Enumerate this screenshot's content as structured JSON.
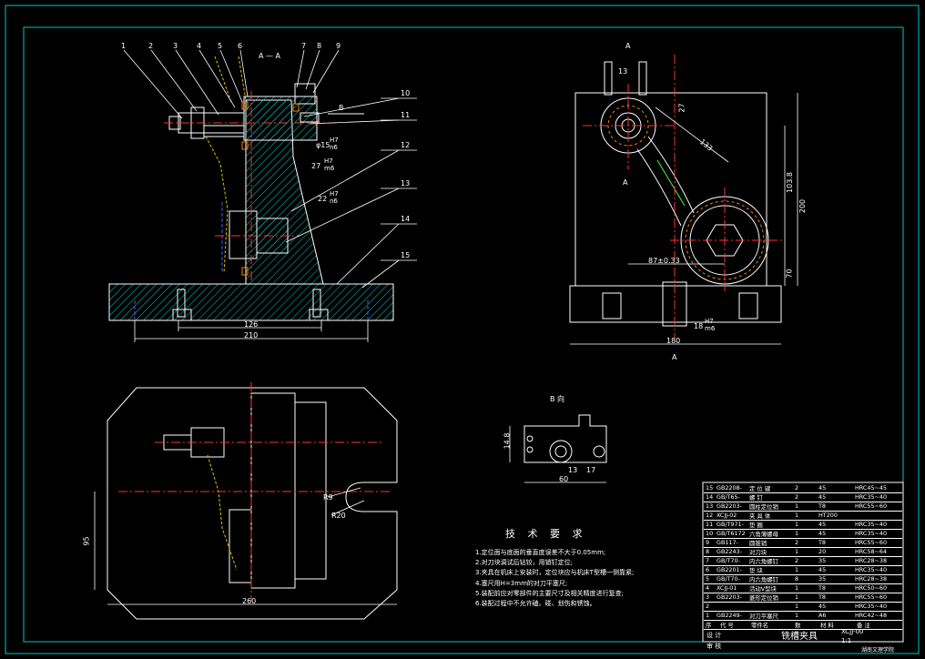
{
  "colors": {
    "background": "#000000",
    "border": "#00c8c8",
    "outline": "#ffffff",
    "hatch": "#00c8c8",
    "centerline": "#ff3030",
    "dimension": "#ffffff",
    "yellow": "#e0c000",
    "orange": "#ff8000",
    "blue": "#4060ff",
    "green": "#40ff40"
  },
  "views": {
    "section_label": "A — A",
    "b_arrow_label": "B",
    "b_view_label": "B 向",
    "a_marker": "A"
  },
  "leaders": [
    "1",
    "2",
    "3",
    "4",
    "5",
    "6",
    "7",
    "8",
    "9",
    "10",
    "11",
    "12",
    "13",
    "14",
    "15"
  ],
  "fits": {
    "fit1_d": "φ15",
    "fit1_h": "H7",
    "fit1_n": "n6",
    "fit2_d": "27",
    "fit2_h": "H7",
    "fit2_n": "m6",
    "fit3_d": "22",
    "fit3_h": "H7",
    "fit3_n": "n6",
    "fit4_d": "18",
    "fit4_h": "H7",
    "fit4_n": "m6"
  },
  "dims": {
    "front_126": "126",
    "front_210": "210",
    "side_13": "13",
    "side_27": "27",
    "side_133": "133",
    "side_103_8": "103.8",
    "side_200": "200",
    "side_70": "70",
    "side_87": "87±0.33",
    "side_180": "180",
    "top_260": "260",
    "top_95": "95",
    "top_r9": "R9",
    "top_r20": "R20",
    "bview_14_8": "14.8",
    "bview_60": "60",
    "bview_17": "17",
    "bview_13": "13"
  },
  "tech": {
    "title": "技 术 要 求",
    "notes": [
      "1.定位面与底面的垂直度误差不大于0.05mm;",
      "2.对刀块调试后钻铰，用销钉定位;",
      "3.夹具在机床上安装时，定位块应与机床T型槽一侧靠紧;",
      "4.塞尺用H=3mm的对刀平塞尺;",
      "5.装配前应对零部件的主要尺寸及相关精度进行复查;",
      "6.装配过程中不允许磕、碰、划伤和锈蚀。"
    ]
  },
  "bom": [
    {
      "no": "15",
      "code": "GB2208-",
      "name": "定 位 键",
      "qty": "2",
      "mat": "45",
      "note": "HRC45~45"
    },
    {
      "no": "14",
      "code": "GB/T65-",
      "name": "螺 钉",
      "qty": "2",
      "mat": "45",
      "note": "HRC35~40"
    },
    {
      "no": "13",
      "code": "GB2203-",
      "name": "圆柱定位销",
      "qty": "1",
      "mat": "T8",
      "note": "HRC55~60"
    },
    {
      "no": "12",
      "code": "XCJJ-02",
      "name": "夹 具 体",
      "qty": "1",
      "mat": "HT200",
      "note": ""
    },
    {
      "no": "11",
      "code": "GB/T971-",
      "name": "垫 圈",
      "qty": "1",
      "mat": "45",
      "note": "HRC35~40"
    },
    {
      "no": "10",
      "code": "GB/T6172",
      "name": "六角薄螺母",
      "qty": "1",
      "mat": "45",
      "note": "HRC35~40"
    },
    {
      "no": "9",
      "code": "GB117-",
      "name": "圆锥销",
      "qty": "2",
      "mat": "T8",
      "note": "HRC55~60"
    },
    {
      "no": "8",
      "code": "GB2243-",
      "name": "对刀块",
      "qty": "1",
      "mat": "20",
      "note": "HRC58~64"
    },
    {
      "no": "7",
      "code": "GB/T70-",
      "name": "内六角螺钉",
      "qty": "2",
      "mat": "35",
      "note": "HRC28~38"
    },
    {
      "no": "6",
      "code": "GB2201-",
      "name": "垫 块",
      "qty": "1",
      "mat": "45",
      "note": "HRC35~40"
    },
    {
      "no": "5",
      "code": "GB/T70-",
      "name": "内六角螺钉",
      "qty": "8",
      "mat": "35",
      "note": "HRC28~38"
    },
    {
      "no": "4",
      "code": "XCJJ-01",
      "name": "活动V型块",
      "qty": "1",
      "mat": "T8",
      "note": "HRC50~60"
    },
    {
      "no": "3",
      "code": "GB2203-",
      "name": "菱形定位销",
      "qty": "1",
      "mat": "T8",
      "note": "HRC55~60"
    },
    {
      "no": "2",
      "code": "",
      "name": "",
      "qty": "1",
      "mat": "45",
      "note": "HRC35~40"
    },
    {
      "no": "1",
      "code": "GB2249-",
      "name": "对刀平塞尺",
      "qty": "1",
      "mat": "A6",
      "note": "HRC42~48"
    }
  ],
  "bom_headers": {
    "no": "序",
    "code": "代 号",
    "name": "零件名",
    "qty": "数",
    "mat": "材 料",
    "note": "备 注"
  },
  "titleblock": {
    "title": "铣槽夹具",
    "drawing_no": "XCJJ-00",
    "scale": "1:1",
    "school": "湖南文理学院",
    "designer_label": "设 计",
    "checker_label": "审 核"
  }
}
